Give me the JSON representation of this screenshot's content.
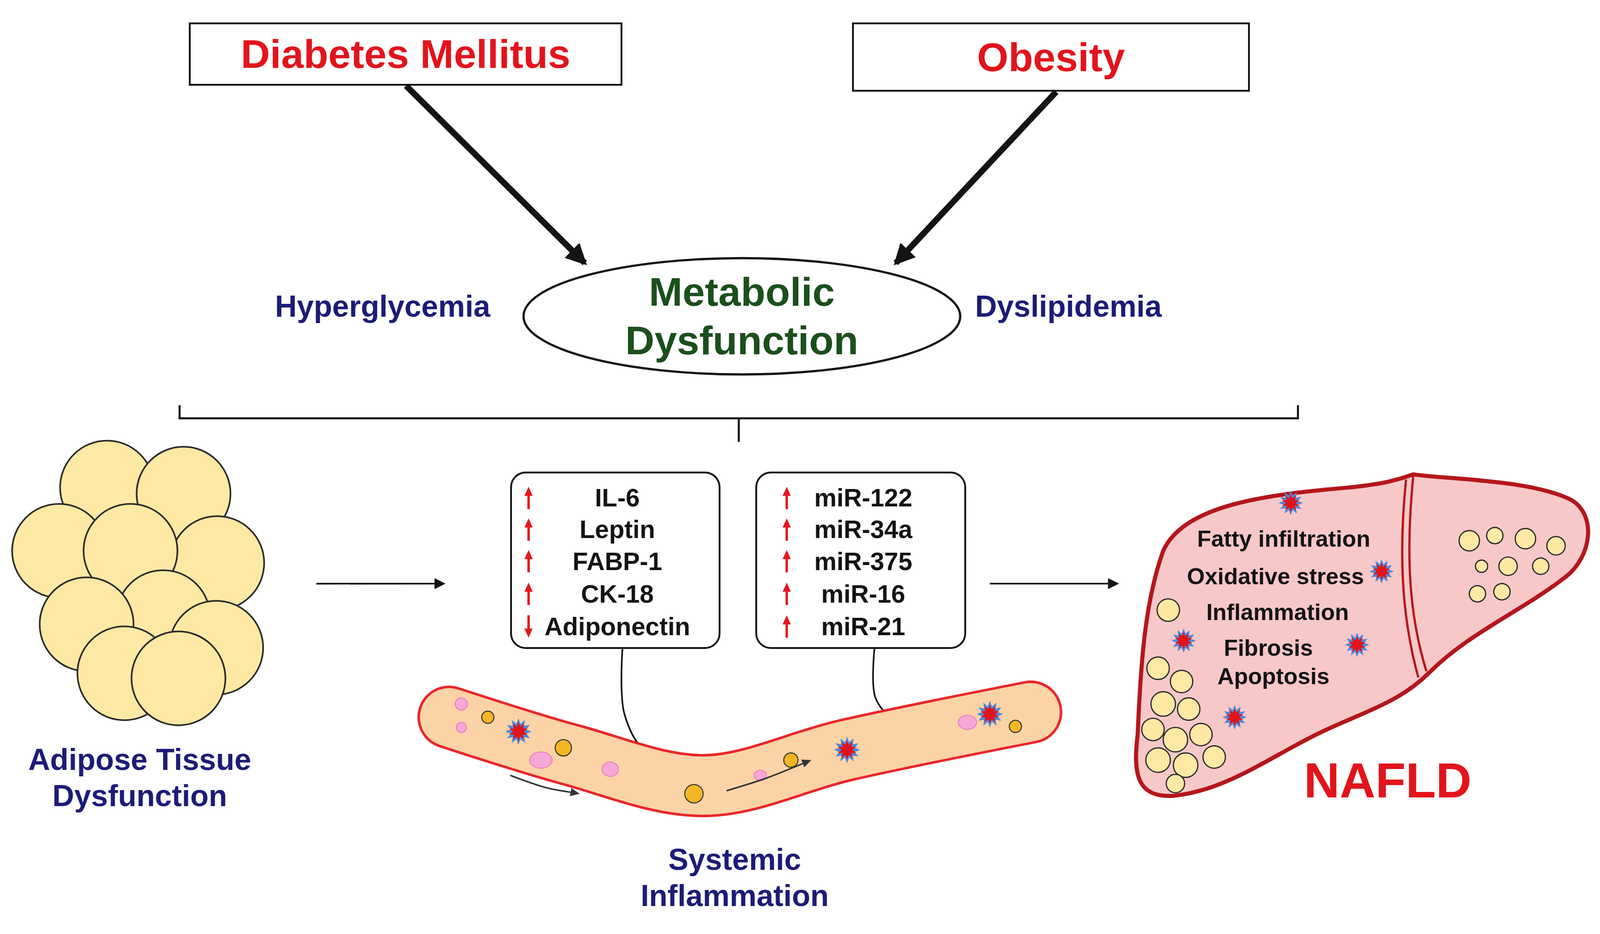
{
  "diagram": {
    "nodes": [
      {
        "text": [
          "Diabetes Mellitus"
        ]
      },
      {
        "text": [
          "Obesity"
        ]
      },
      {
        "text": [
          "Metabolic Dysfunction"
        ]
      },
      {
        "text": [
          "Adipose Tissue Dysfunction"
        ]
      },
      {
        "text": [
          "IL-6",
          "Leptin",
          "FABP-1",
          "CK-18",
          "Adiponectin"
        ]
      },
      {
        "text": [
          "miR-122",
          "miR-34a",
          "miR-375",
          "miR-16",
          "miR-21"
        ]
      },
      {
        "text": [
          "Systemic Inflammation"
        ]
      },
      {
        "text": [
          "Fatty infiltration",
          "Oxidative stress",
          "Inflammation",
          "Fibrosis",
          "Apoptosis",
          "NAFLD"
        ]
      }
    ],
    "edges": [
      {
        "from": 0,
        "to": 2,
        "arrow": "to"
      },
      {
        "from": 1,
        "to": 2,
        "arrow": "to"
      },
      {
        "from": 3,
        "to": 4,
        "arrow": "to"
      },
      {
        "from": 4,
        "to": 6,
        "arrow": "to"
      },
      {
        "from": 5,
        "to": 6,
        "arrow": "to"
      },
      {
        "from": 5,
        "to": 7,
        "arrow": "to"
      }
    ],
    "labels": [
      "Hyperglycemia",
      "Dyslipidemia"
    ]
  }
}
